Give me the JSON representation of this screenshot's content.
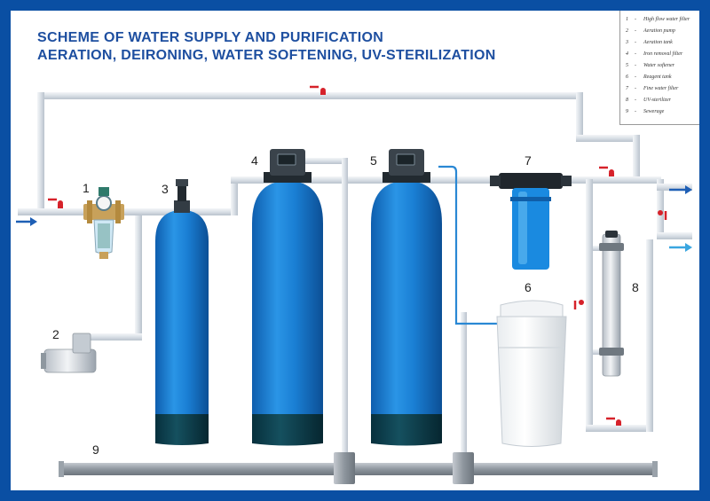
{
  "title_line1": "SCHEME OF WATER SUPPLY AND PURIFICATION",
  "title_line2": "AERATION, DEIRONING, WATER SOFTENING, UV-STERILIZATION",
  "legend": [
    {
      "num": "1",
      "text": "High flow water filter"
    },
    {
      "num": "2",
      "text": "Aeration pump"
    },
    {
      "num": "3",
      "text": "Aeration tank"
    },
    {
      "num": "4",
      "text": "Iron removal filter"
    },
    {
      "num": "5",
      "text": "Water softener"
    },
    {
      "num": "6",
      "text": "Reagent tank"
    },
    {
      "num": "7",
      "text": "Fine water filter"
    },
    {
      "num": "8",
      "text": "UV-sterilizer"
    },
    {
      "num": "9",
      "text": "Sewerage"
    }
  ],
  "legend_dash": "-",
  "labels": {
    "n1": "1",
    "n2": "2",
    "n3": "3",
    "n4": "4",
    "n5": "5",
    "n6": "6",
    "n7": "7",
    "n8": "8",
    "n9": "9"
  },
  "colors": {
    "frame": "#0a4fa3",
    "title": "#1e4fa0",
    "tank_blue": "#1a7fd4",
    "tank_dark": "#0d3a4a",
    "pipe": "#dde3ea",
    "valve_red": "#d6222a",
    "arrow_blue": "#1e5fb5",
    "arrow_light": "#3aa6e0"
  }
}
